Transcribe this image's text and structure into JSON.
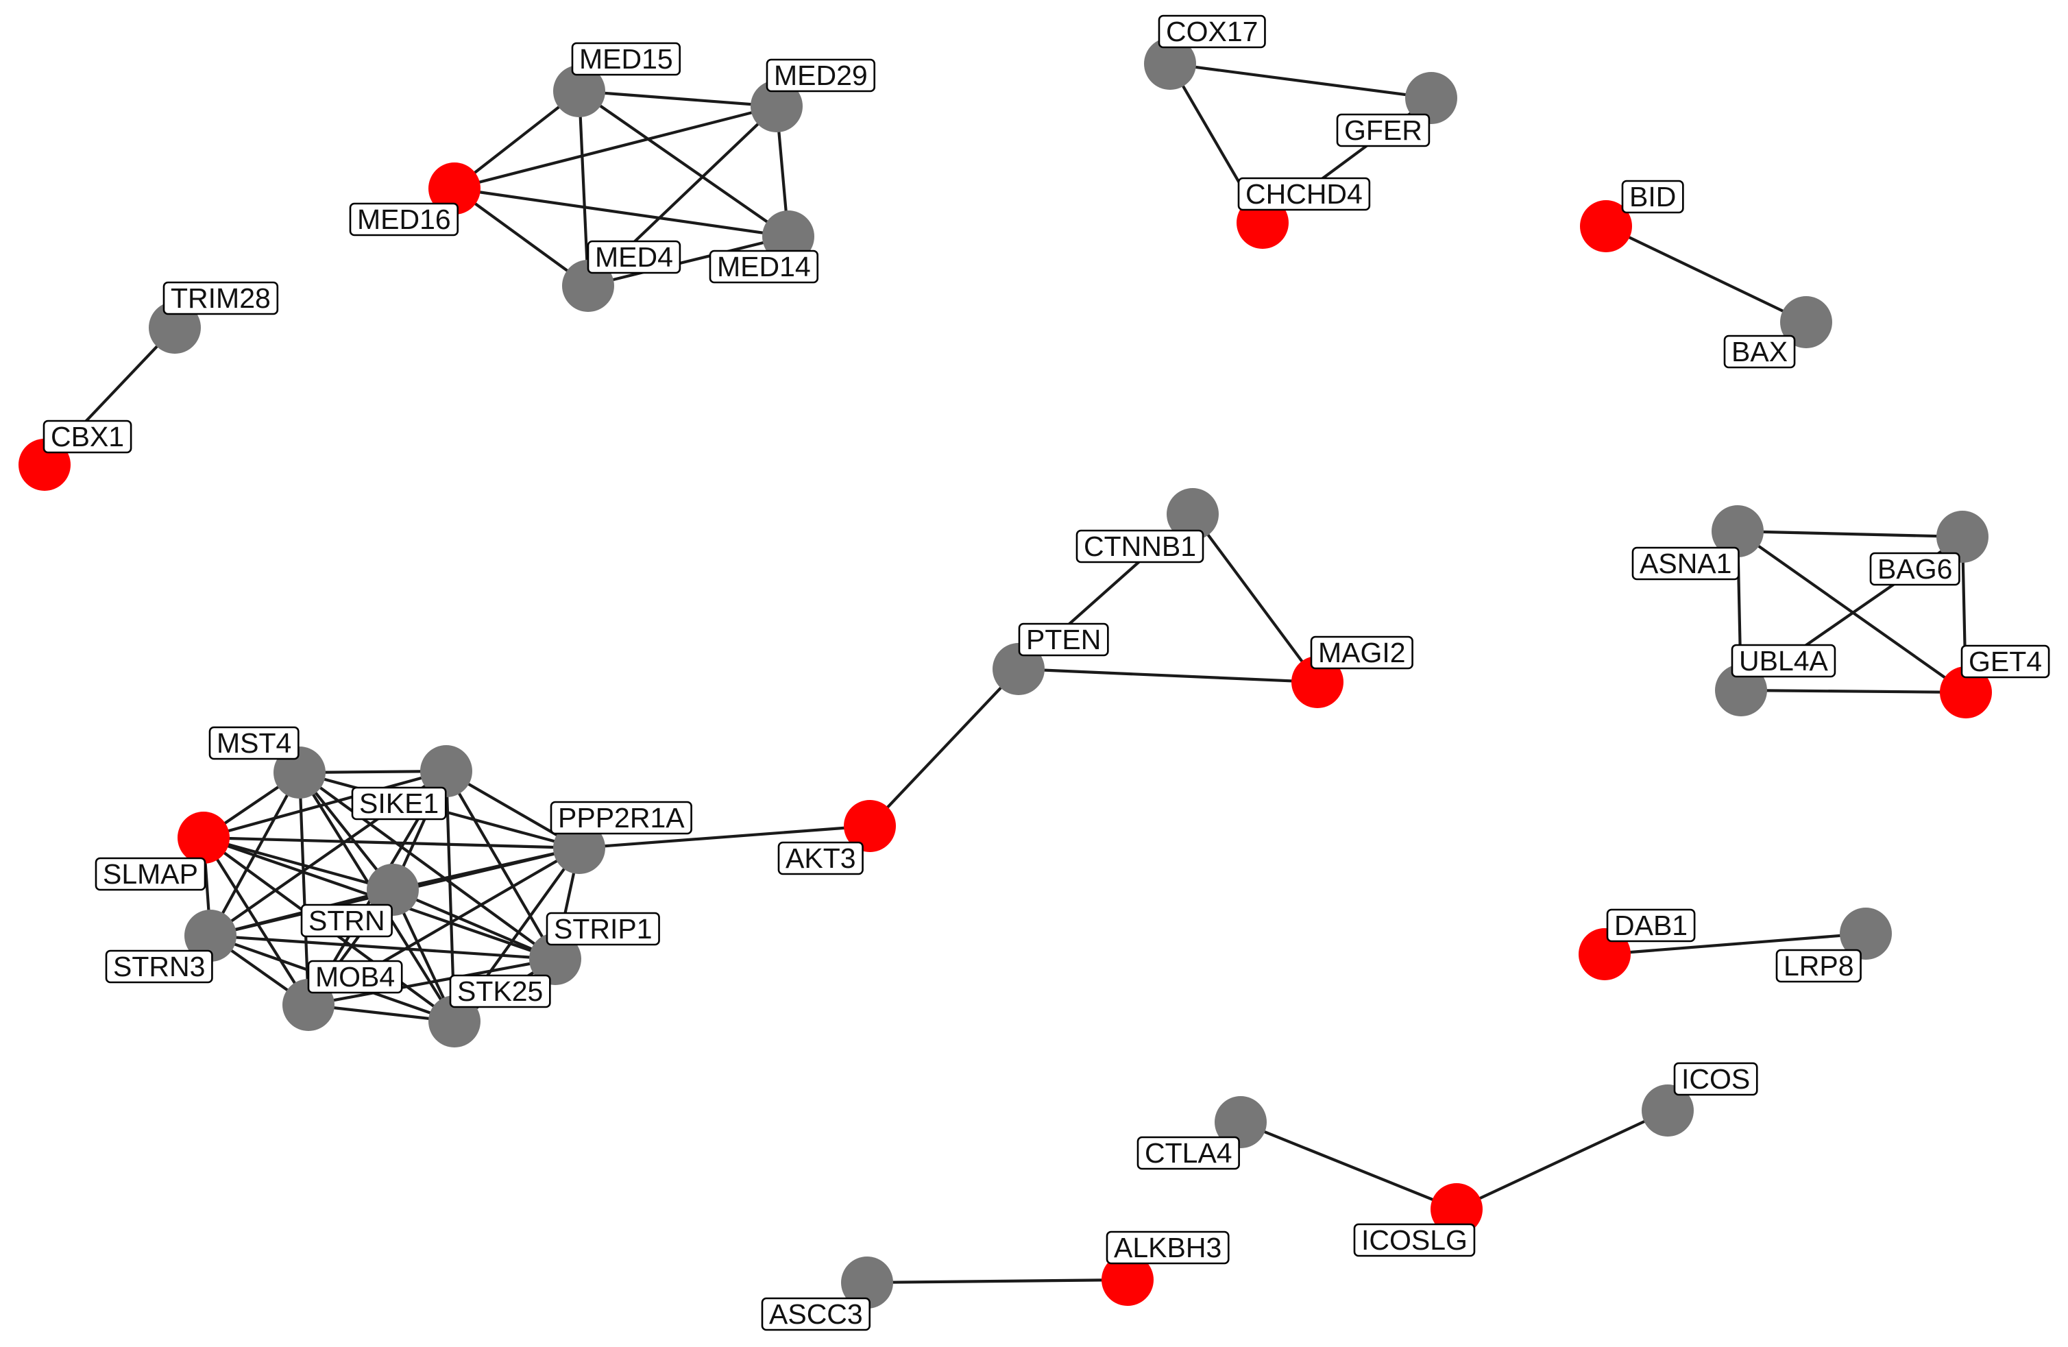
{
  "colors": {
    "highlighted": "#ff0000",
    "default": "#777777",
    "edge": "#1a1a1a"
  },
  "nodes": [
    {
      "id": "MED15",
      "label": "MED15",
      "highlighted": false
    },
    {
      "id": "MED29",
      "label": "MED29",
      "highlighted": false
    },
    {
      "id": "MED16",
      "label": "MED16",
      "highlighted": true
    },
    {
      "id": "MED4",
      "label": "MED4",
      "highlighted": false
    },
    {
      "id": "MED14",
      "label": "MED14",
      "highlighted": false
    },
    {
      "id": "TRIM28",
      "label": "TRIM28",
      "highlighted": false
    },
    {
      "id": "CBX1",
      "label": "CBX1",
      "highlighted": true
    },
    {
      "id": "COX17",
      "label": "COX17",
      "highlighted": false
    },
    {
      "id": "GFER",
      "label": "GFER",
      "highlighted": false
    },
    {
      "id": "CHCHD4",
      "label": "CHCHD4",
      "highlighted": true
    },
    {
      "id": "BID",
      "label": "BID",
      "highlighted": true
    },
    {
      "id": "BAX",
      "label": "BAX",
      "highlighted": false
    },
    {
      "id": "CTNNB1",
      "label": "CTNNB1",
      "highlighted": false
    },
    {
      "id": "PTEN",
      "label": "PTEN",
      "highlighted": false
    },
    {
      "id": "MAGI2",
      "label": "MAGI2",
      "highlighted": true
    },
    {
      "id": "AKT3",
      "label": "AKT3",
      "highlighted": true
    },
    {
      "id": "ASNA1",
      "label": "ASNA1",
      "highlighted": false
    },
    {
      "id": "BAG6",
      "label": "BAG6",
      "highlighted": false
    },
    {
      "id": "UBL4A",
      "label": "UBL4A",
      "highlighted": false
    },
    {
      "id": "GET4",
      "label": "GET4",
      "highlighted": true
    },
    {
      "id": "MST4",
      "label": "MST4",
      "highlighted": false
    },
    {
      "id": "SIKE1",
      "label": "SIKE1",
      "highlighted": false
    },
    {
      "id": "SLMAP",
      "label": "SLMAP",
      "highlighted": true
    },
    {
      "id": "PPP2R1A",
      "label": "PPP2R1A",
      "highlighted": false
    },
    {
      "id": "STRN",
      "label": "STRN",
      "highlighted": false
    },
    {
      "id": "STRN3",
      "label": "STRN3",
      "highlighted": false
    },
    {
      "id": "STRIP1",
      "label": "STRIP1",
      "highlighted": false
    },
    {
      "id": "MOB4",
      "label": "MOB4",
      "highlighted": false
    },
    {
      "id": "STK25",
      "label": "STK25",
      "highlighted": false
    },
    {
      "id": "DAB1",
      "label": "DAB1",
      "highlighted": true
    },
    {
      "id": "LRP8",
      "label": "LRP8",
      "highlighted": false
    },
    {
      "id": "CTLA4",
      "label": "CTLA4",
      "highlighted": false
    },
    {
      "id": "ICOS",
      "label": "ICOS",
      "highlighted": false
    },
    {
      "id": "ICOSLG",
      "label": "ICOSLG",
      "highlighted": true
    },
    {
      "id": "ALKBH3",
      "label": "ALKBH3",
      "highlighted": true
    },
    {
      "id": "ASCC3",
      "label": "ASCC3",
      "highlighted": false
    }
  ],
  "edges": [
    [
      "MED16",
      "MED15"
    ],
    [
      "MED16",
      "MED29"
    ],
    [
      "MED16",
      "MED4"
    ],
    [
      "MED16",
      "MED14"
    ],
    [
      "MED15",
      "MED29"
    ],
    [
      "MED15",
      "MED4"
    ],
    [
      "MED15",
      "MED14"
    ],
    [
      "MED29",
      "MED4"
    ],
    [
      "MED29",
      "MED14"
    ],
    [
      "MED4",
      "MED14"
    ],
    [
      "TRIM28",
      "CBX1"
    ],
    [
      "COX17",
      "GFER"
    ],
    [
      "COX17",
      "CHCHD4"
    ],
    [
      "GFER",
      "CHCHD4"
    ],
    [
      "BID",
      "BAX"
    ],
    [
      "CTNNB1",
      "PTEN"
    ],
    [
      "CTNNB1",
      "MAGI2"
    ],
    [
      "PTEN",
      "MAGI2"
    ],
    [
      "PTEN",
      "AKT3"
    ],
    [
      "AKT3",
      "PPP2R1A"
    ],
    [
      "ASNA1",
      "BAG6"
    ],
    [
      "ASNA1",
      "UBL4A"
    ],
    [
      "ASNA1",
      "GET4"
    ],
    [
      "BAG6",
      "UBL4A"
    ],
    [
      "BAG6",
      "GET4"
    ],
    [
      "UBL4A",
      "GET4"
    ],
    [
      "SLMAP",
      "MST4"
    ],
    [
      "SLMAP",
      "SIKE1"
    ],
    [
      "SLMAP",
      "PPP2R1A"
    ],
    [
      "SLMAP",
      "STRN"
    ],
    [
      "SLMAP",
      "STRN3"
    ],
    [
      "SLMAP",
      "STRIP1"
    ],
    [
      "SLMAP",
      "MOB4"
    ],
    [
      "SLMAP",
      "STK25"
    ],
    [
      "MST4",
      "SIKE1"
    ],
    [
      "MST4",
      "PPP2R1A"
    ],
    [
      "MST4",
      "STRN"
    ],
    [
      "MST4",
      "STRN3"
    ],
    [
      "MST4",
      "STRIP1"
    ],
    [
      "MST4",
      "MOB4"
    ],
    [
      "MST4",
      "STK25"
    ],
    [
      "SIKE1",
      "PPP2R1A"
    ],
    [
      "SIKE1",
      "STRN"
    ],
    [
      "SIKE1",
      "STRN3"
    ],
    [
      "SIKE1",
      "STRIP1"
    ],
    [
      "SIKE1",
      "MOB4"
    ],
    [
      "SIKE1",
      "STK25"
    ],
    [
      "PPP2R1A",
      "STRN"
    ],
    [
      "PPP2R1A",
      "STRN3"
    ],
    [
      "PPP2R1A",
      "STRIP1"
    ],
    [
      "PPP2R1A",
      "MOB4"
    ],
    [
      "PPP2R1A",
      "STK25"
    ],
    [
      "STRN",
      "STRN3"
    ],
    [
      "STRN",
      "STRIP1"
    ],
    [
      "STRN",
      "MOB4"
    ],
    [
      "STRN",
      "STK25"
    ],
    [
      "STRN3",
      "STRIP1"
    ],
    [
      "STRN3",
      "MOB4"
    ],
    [
      "STRN3",
      "STK25"
    ],
    [
      "STRIP1",
      "MOB4"
    ],
    [
      "STRIP1",
      "STK25"
    ],
    [
      "MOB4",
      "STK25"
    ],
    [
      "DAB1",
      "LRP8"
    ],
    [
      "CTLA4",
      "ICOSLG"
    ],
    [
      "ICOS",
      "ICOSLG"
    ],
    [
      "ASCC3",
      "ALKBH3"
    ]
  ]
}
